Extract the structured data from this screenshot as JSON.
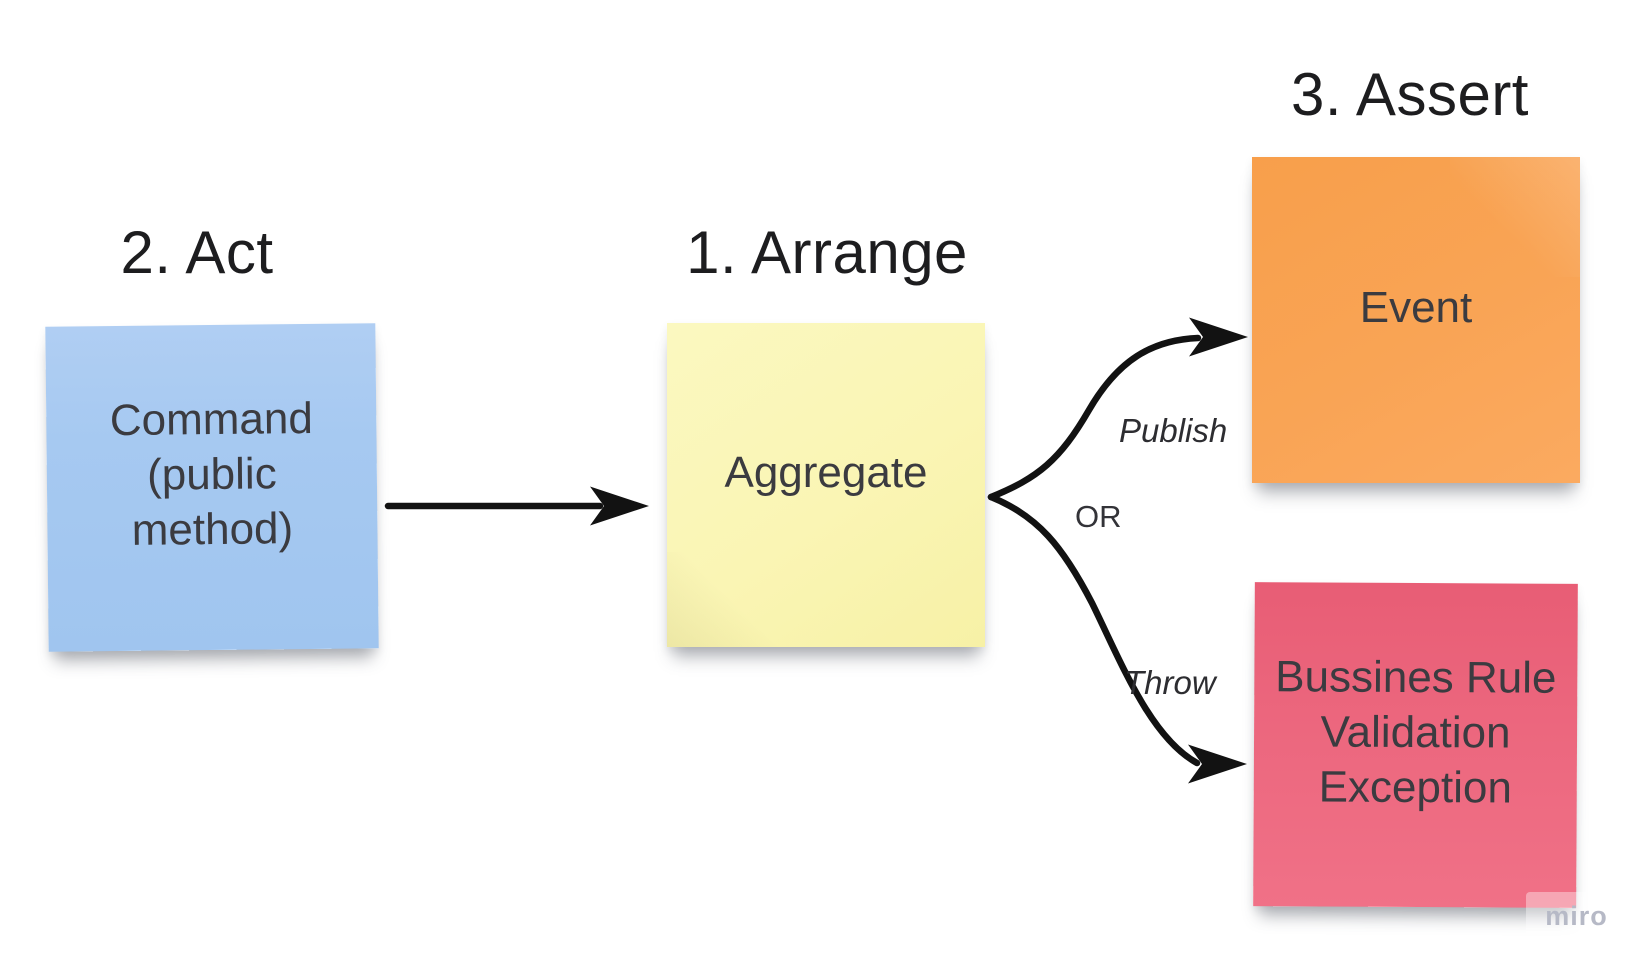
{
  "canvas": {
    "background_color": "#ffffff",
    "text_color": "#3b3b40",
    "heading_color": "#1d1d1f",
    "arrow_color": "#121212"
  },
  "headings": {
    "act": "2. Act",
    "arrange": "1. Arrange",
    "assert": "3. Assert"
  },
  "notes": {
    "command": {
      "lines": [
        "Command",
        "(public",
        "method)"
      ],
      "color": "#a6c9f1"
    },
    "aggregate": {
      "lines": [
        "Aggregate"
      ],
      "color": "#faf5b4"
    },
    "event": {
      "lines": [
        "Event"
      ],
      "color": "#f9a455"
    },
    "exception": {
      "lines": [
        "Bussines Rule",
        "Validation",
        "Exception"
      ],
      "color": "#ec677e"
    }
  },
  "connectors": {
    "publish_label": "Publish",
    "or_label": "OR",
    "throw_label": "Throw"
  },
  "watermark": {
    "label": "miro"
  }
}
